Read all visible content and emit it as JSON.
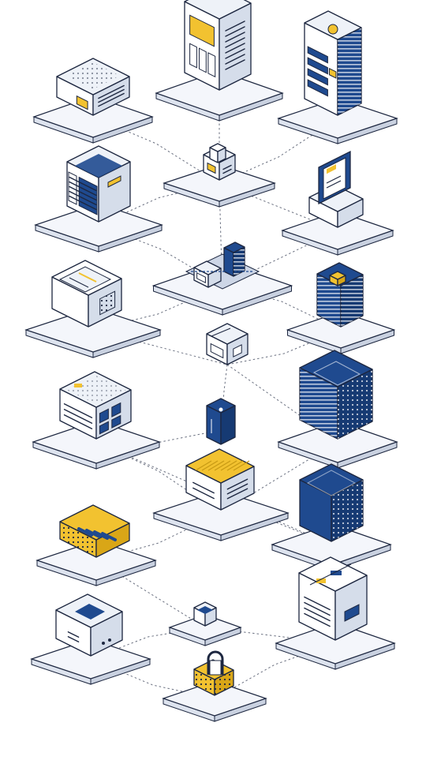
{
  "colors": {
    "background": "#ffffff",
    "navy": "#1f4a8f",
    "navy_dark": "#163a73",
    "yellow": "#f2c230",
    "outline": "#1d2740",
    "plate": "#f4f6fb",
    "plate_shadow": "#dde3ee",
    "device_light": "#eef2f8",
    "device_mid": "#d5ddea",
    "link": "#3a4257"
  },
  "diagram": {
    "style": "isometric network infrastructure illustration",
    "nodes": [
      {
        "id": "tray-unit",
        "icon": "tray-unit-icon"
      },
      {
        "id": "tall-server-cabinet",
        "icon": "server-cabinet-icon"
      },
      {
        "id": "navy-server-tower",
        "icon": "server-tower-icon"
      },
      {
        "id": "center-hub-device",
        "icon": "hub-device-icon"
      },
      {
        "id": "rack-switch",
        "icon": "rack-switch-icon"
      },
      {
        "id": "monitor-workstation",
        "icon": "monitor-icon"
      },
      {
        "id": "central-router-platform",
        "icon": "router-platform-icon"
      },
      {
        "id": "white-storage-box",
        "icon": "storage-box-icon"
      },
      {
        "id": "navy-small-server",
        "icon": "small-server-icon"
      },
      {
        "id": "small-cube-node",
        "icon": "cube-node-icon"
      },
      {
        "id": "navy-cube",
        "icon": "navy-cube-icon"
      },
      {
        "id": "large-navy-server-block",
        "icon": "server-block-icon"
      },
      {
        "id": "patch-panel",
        "icon": "patch-panel-icon"
      },
      {
        "id": "yellow-top-router",
        "icon": "router-icon"
      },
      {
        "id": "yellow-keyboard-device",
        "icon": "keyboard-device-icon"
      },
      {
        "id": "navy-storage-unit",
        "icon": "storage-unit-icon"
      },
      {
        "id": "small-camera-node",
        "icon": "camera-node-icon"
      },
      {
        "id": "control-panel-box",
        "icon": "control-panel-icon"
      },
      {
        "id": "desktop-box",
        "icon": "desktop-box-icon"
      },
      {
        "id": "yellow-lock-device",
        "icon": "lock-device-icon"
      }
    ],
    "links": [
      [
        "tray-unit",
        "center-hub-device"
      ],
      [
        "tall-server-cabinet",
        "center-hub-device"
      ],
      [
        "navy-server-tower",
        "center-hub-device"
      ],
      [
        "center-hub-device",
        "rack-switch"
      ],
      [
        "center-hub-device",
        "monitor-workstation"
      ],
      [
        "center-hub-device",
        "central-router-platform"
      ],
      [
        "rack-switch",
        "central-router-platform"
      ],
      [
        "monitor-workstation",
        "central-router-platform"
      ],
      [
        "central-router-platform",
        "white-storage-box"
      ],
      [
        "central-router-platform",
        "navy-small-server"
      ],
      [
        "white-storage-box",
        "small-cube-node"
      ],
      [
        "navy-small-server",
        "small-cube-node"
      ],
      [
        "small-cube-node",
        "navy-cube"
      ],
      [
        "small-cube-node",
        "large-navy-server-block"
      ],
      [
        "navy-cube",
        "patch-panel"
      ],
      [
        "patch-panel",
        "yellow-top-router"
      ],
      [
        "large-navy-server-block",
        "yellow-top-router"
      ],
      [
        "yellow-top-router",
        "yellow-keyboard-device"
      ],
      [
        "yellow-top-router",
        "navy-storage-unit"
      ],
      [
        "yellow-keyboard-device",
        "small-camera-node"
      ],
      [
        "navy-storage-unit",
        "control-panel-box"
      ],
      [
        "small-camera-node",
        "desktop-box"
      ],
      [
        "small-camera-node",
        "control-panel-box"
      ],
      [
        "desktop-box",
        "yellow-lock-device"
      ],
      [
        "control-panel-box",
        "yellow-lock-device"
      ],
      [
        "patch-panel",
        "navy-storage-unit"
      ]
    ]
  }
}
